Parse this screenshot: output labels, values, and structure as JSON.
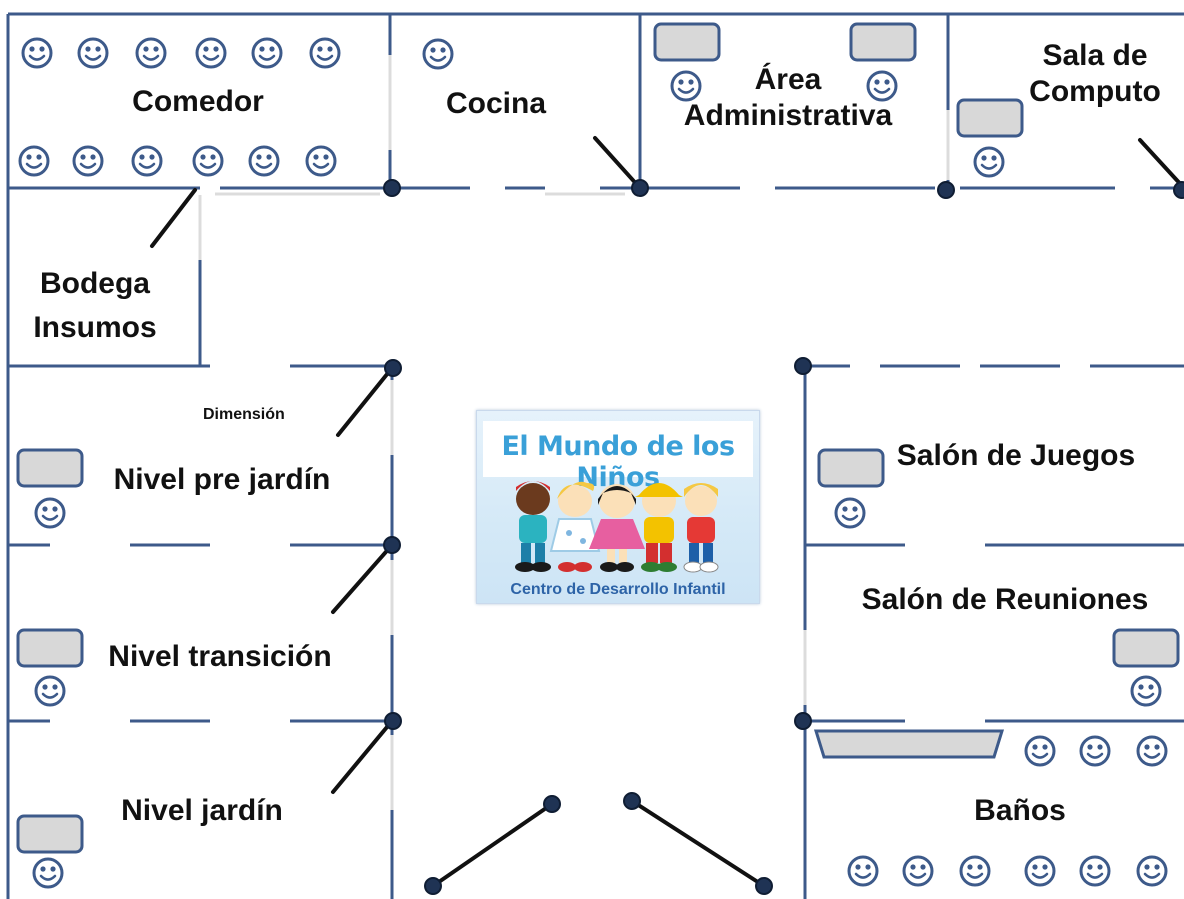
{
  "rooms": {
    "comedor": "Comedor",
    "cocina": "Cocina",
    "area_admin_line1": "Área",
    "area_admin_line2": "Administrativa",
    "sala_computo_line1": "Sala de",
    "sala_computo_line2": "Computo",
    "bodega_line1": "Bodega",
    "bodega_line2": "Insumos",
    "pre_jardin": "Nivel pre jardín",
    "transicion": "Nivel transición",
    "jardin": "Nivel jardín",
    "salon_juegos": "Salón de Juegos",
    "salon_reuniones": "Salón de Reuniones",
    "banos": "Baños"
  },
  "annotation": "Dimensión",
  "logo": {
    "title": "El Mundo de los Niños",
    "subtitle": "Centro de Desarrollo Infantil"
  },
  "colors": {
    "wall": "#3d5a8a",
    "node": "#1f3354",
    "door": "#111111",
    "desk_fill": "#d8d8d8",
    "desk_stroke": "#3d5a8a",
    "smiley_stroke": "#3d5a8a"
  },
  "icons": {
    "person": "smiley-face-icon",
    "desk": "desk-icon"
  }
}
